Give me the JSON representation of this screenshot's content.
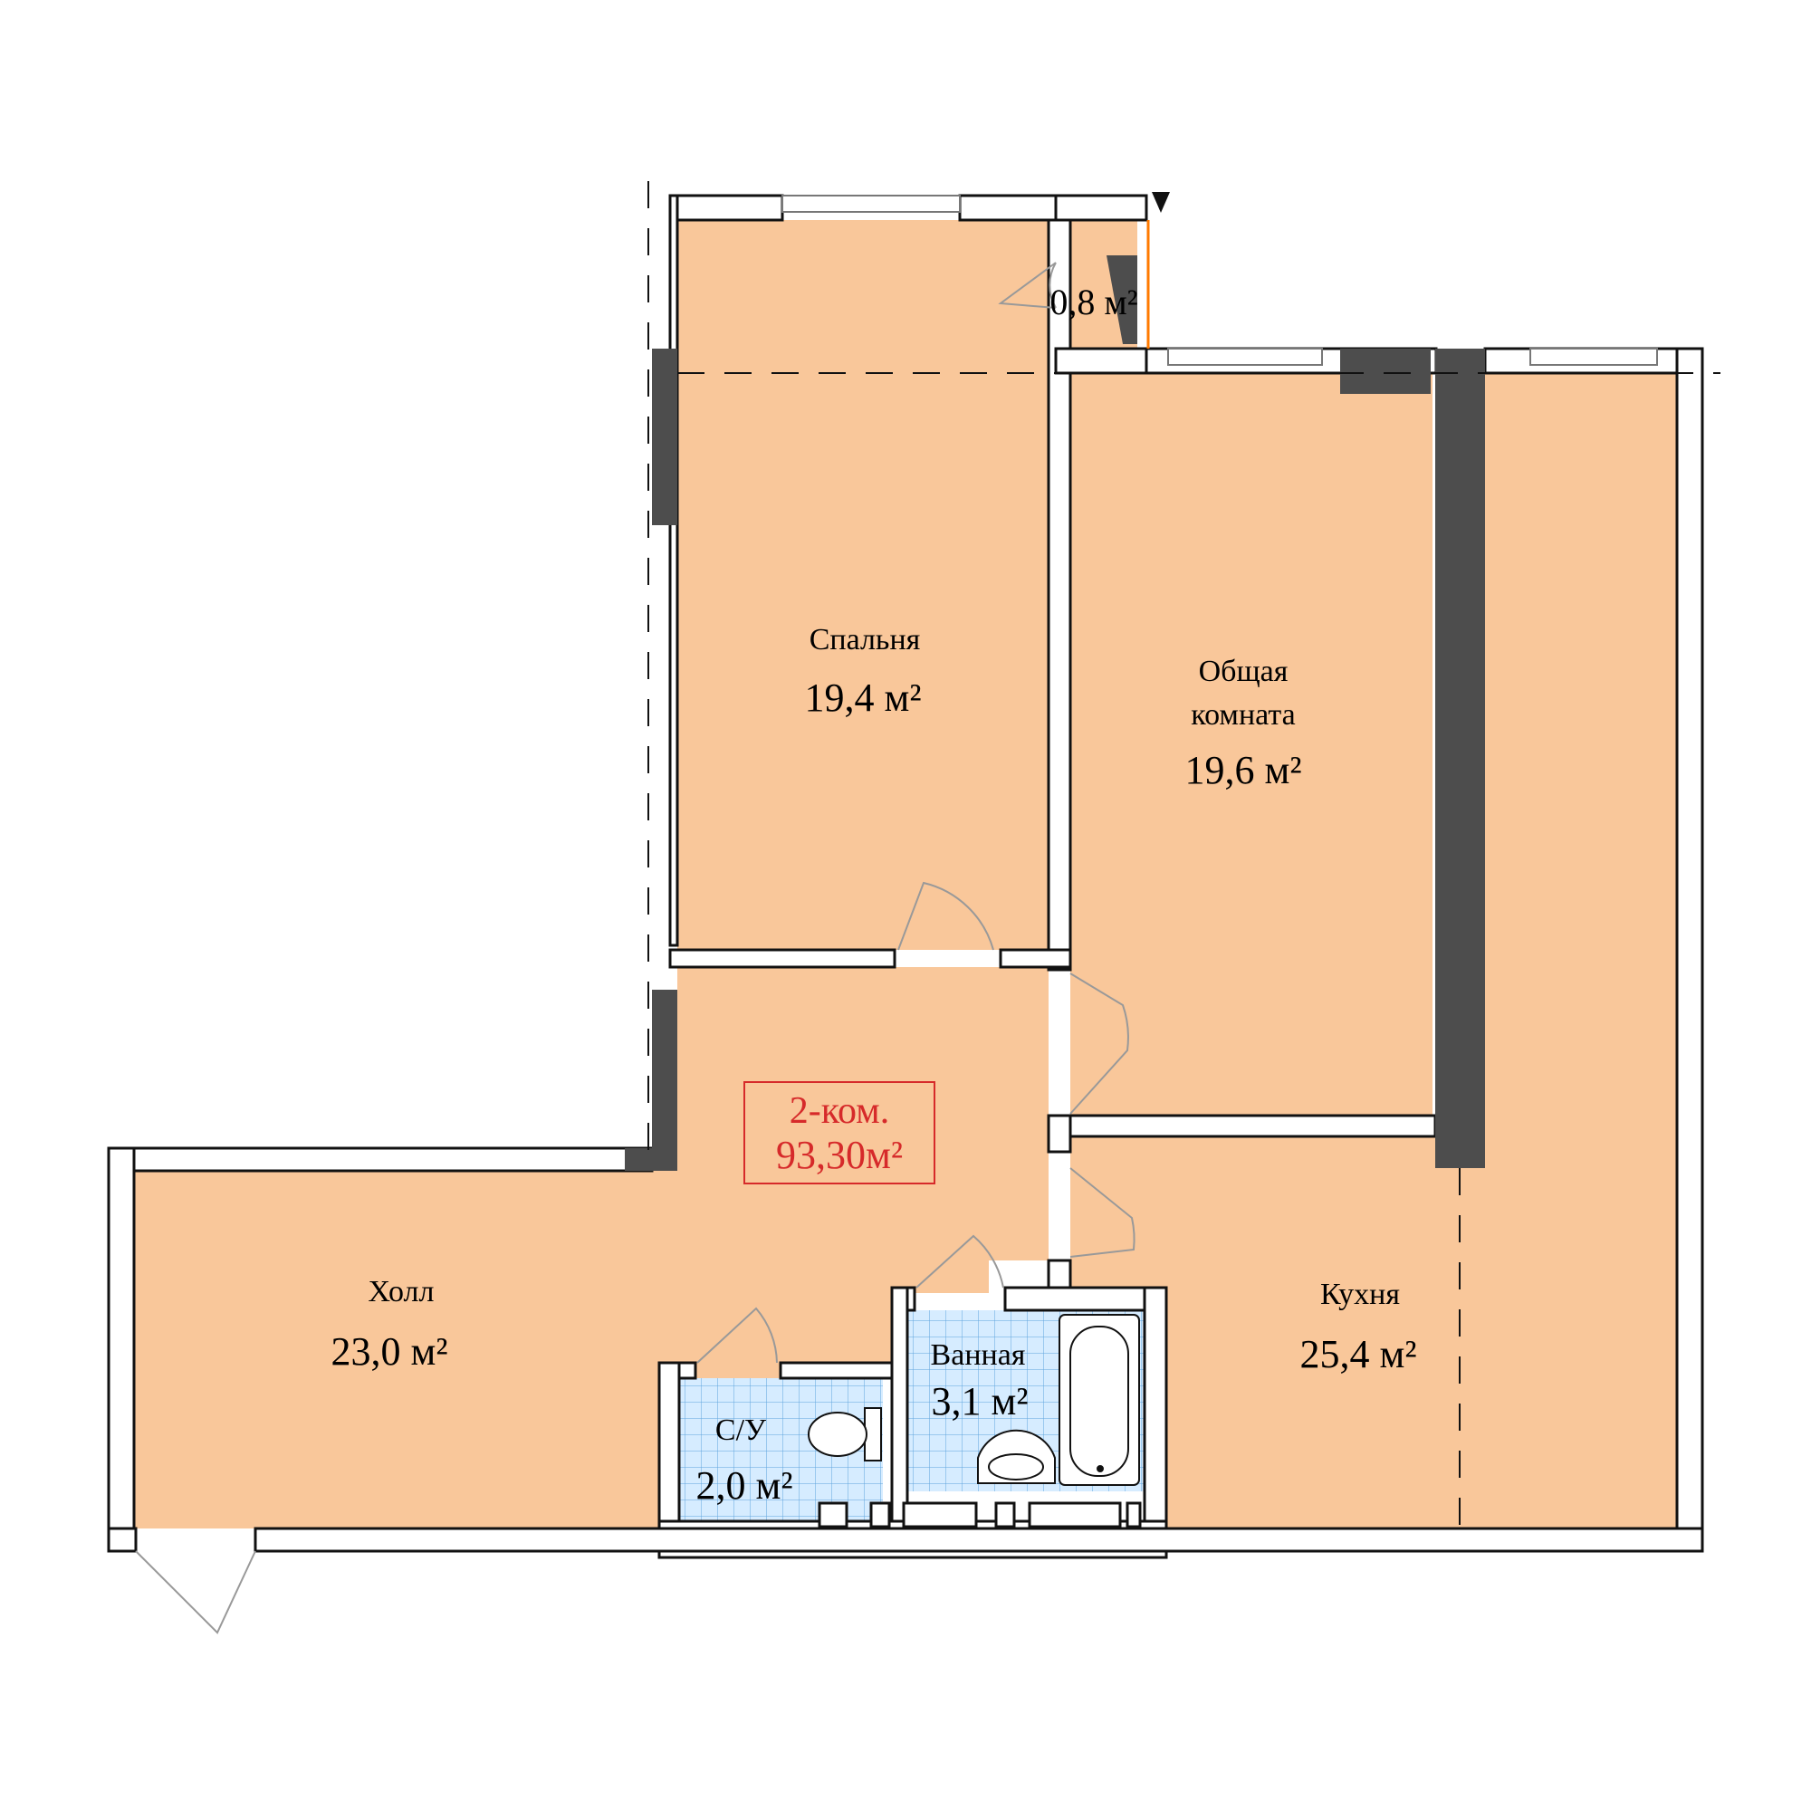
{
  "colors": {
    "floor": "#f9c79a",
    "wall_line": "#111111",
    "column": "#4d4d4d",
    "tile": "#d6ecff",
    "tile_grid": "#5fa4de",
    "accent_red": "#d62a2a",
    "orange_mark": "#ff7a00"
  },
  "rooms": {
    "closet": {
      "area": "0,8 м²"
    },
    "bedroom": {
      "name": "Спальня",
      "area": "19,4 м²"
    },
    "living": {
      "name_line1": "Общая",
      "name_line2": "комната",
      "area": "19,6 м²"
    },
    "hall": {
      "name": "Холл",
      "area": "23,0 м²"
    },
    "kitchen": {
      "name": "Кухня",
      "area": "25,4 м²"
    },
    "bathroom": {
      "name": "Ванная",
      "area": "3,1 м²"
    },
    "wc": {
      "name": "С/У",
      "area": "2,0 м²"
    }
  },
  "summary": {
    "type": "2-ком.",
    "total_area": "93,30м²"
  }
}
